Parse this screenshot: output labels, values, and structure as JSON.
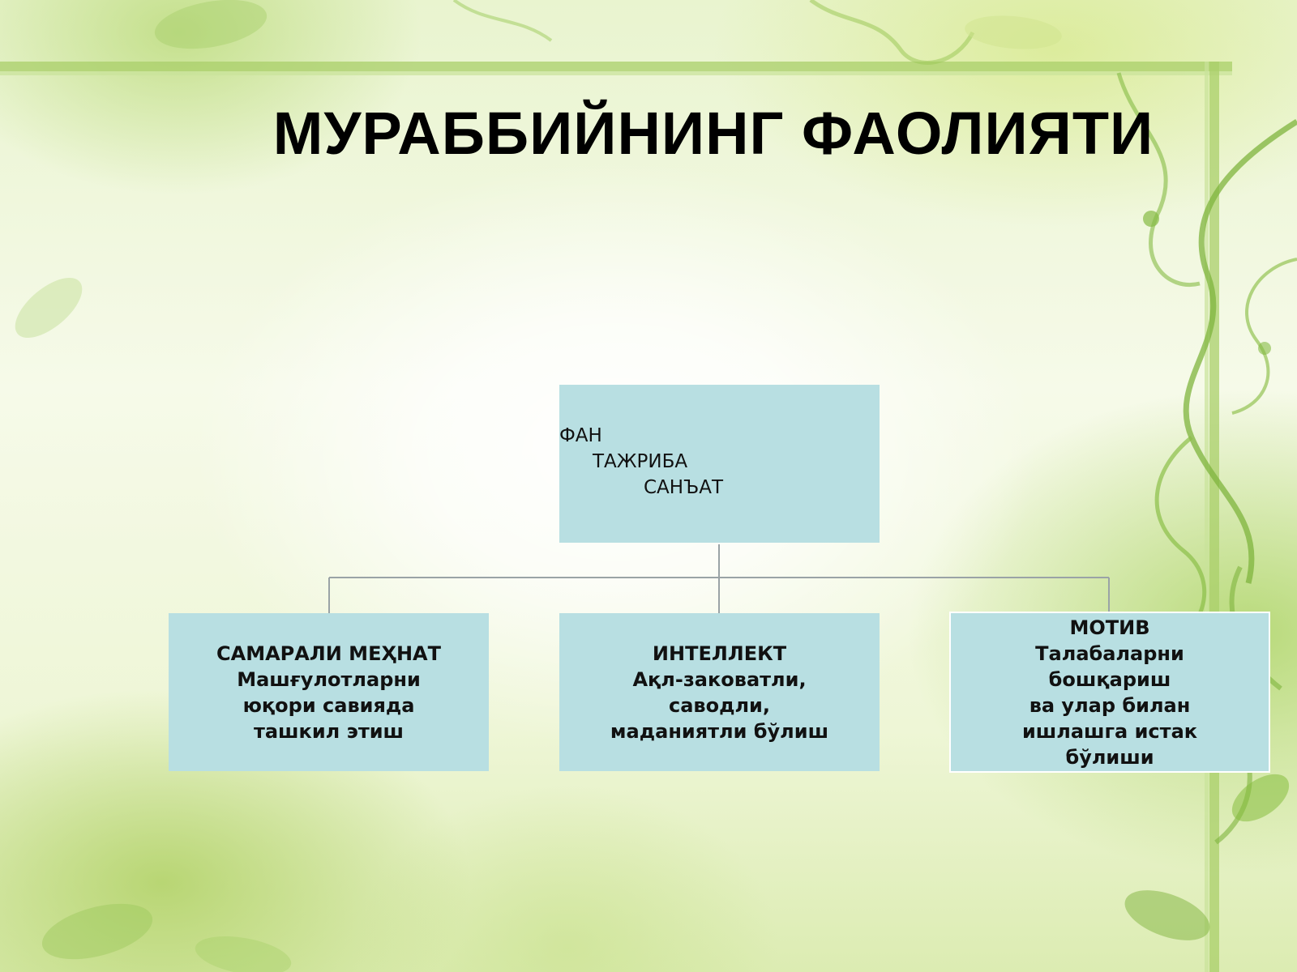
{
  "title": "МУРАББИЙНИНГ ФАОЛИЯТИ",
  "colors": {
    "box_fill": "#b8dfe2",
    "connector": "#9aa3a6",
    "title_text": "#000000",
    "background": "#eef6d6"
  },
  "diagram": {
    "root": {
      "lines": [
        "ФАН",
        "ТАЖРИБА",
        "САНЪАТ"
      ]
    },
    "children": [
      {
        "heading": "САМАРАЛИ МЕҲНАТ",
        "lines": [
          "Машғулотларни",
          "юқори савияда",
          "ташкил этиш"
        ]
      },
      {
        "heading": "ИНТЕЛЛЕКТ",
        "lines": [
          "Ақл-заковатли,",
          "саводли,",
          "маданиятли бўлиш"
        ]
      },
      {
        "heading": "МОТИВ",
        "lines": [
          "Талабаларни",
          "бошқариш",
          "ва улар билан",
          "ишлашга истак",
          "бўлиши"
        ]
      }
    ]
  }
}
